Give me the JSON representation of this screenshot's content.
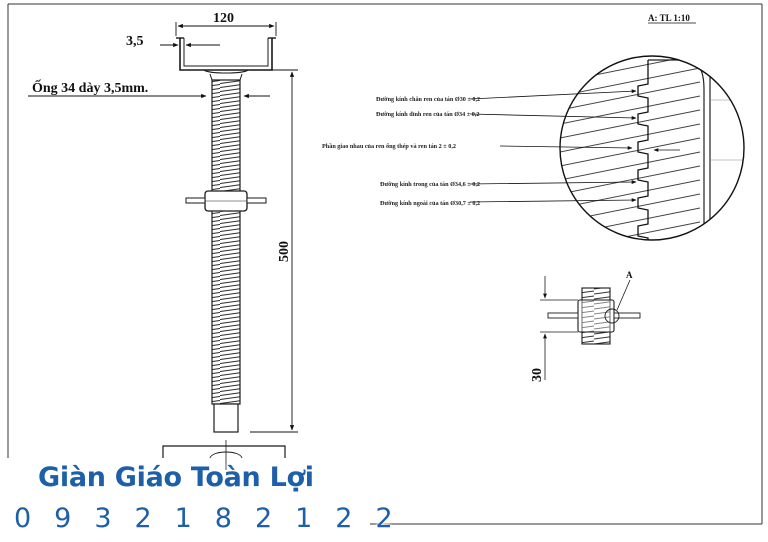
{
  "drawing": {
    "width_label": "120",
    "plate_label": "3,5",
    "pipe_label": "Ống 34 dày 3,5mm.",
    "height_label": "500",
    "detail_title": "A: TL 1:10",
    "callouts": [
      "Đường kính chân ren của tán Ø30 ± 0,2",
      "Đường kính đỉnh ren của tán Ø34 ± 0,2",
      "Phần giao nhau của ren ống thép và ren tán  2  ± 0,2",
      "Đường kính trong của tán Ø34,6 ± 0,2",
      "Đường kính ngoài của tán Ø30,7 ± 0,2"
    ],
    "marker_label": "A",
    "small_dim_label": "30"
  },
  "brand": {
    "name": "Giàn Giáo Toàn Lợi",
    "phone": "0 9 3 2 1 8 2 1 2 2"
  },
  "colors": {
    "line": "#1a1a1a",
    "brand": "#1d5fa8"
  }
}
